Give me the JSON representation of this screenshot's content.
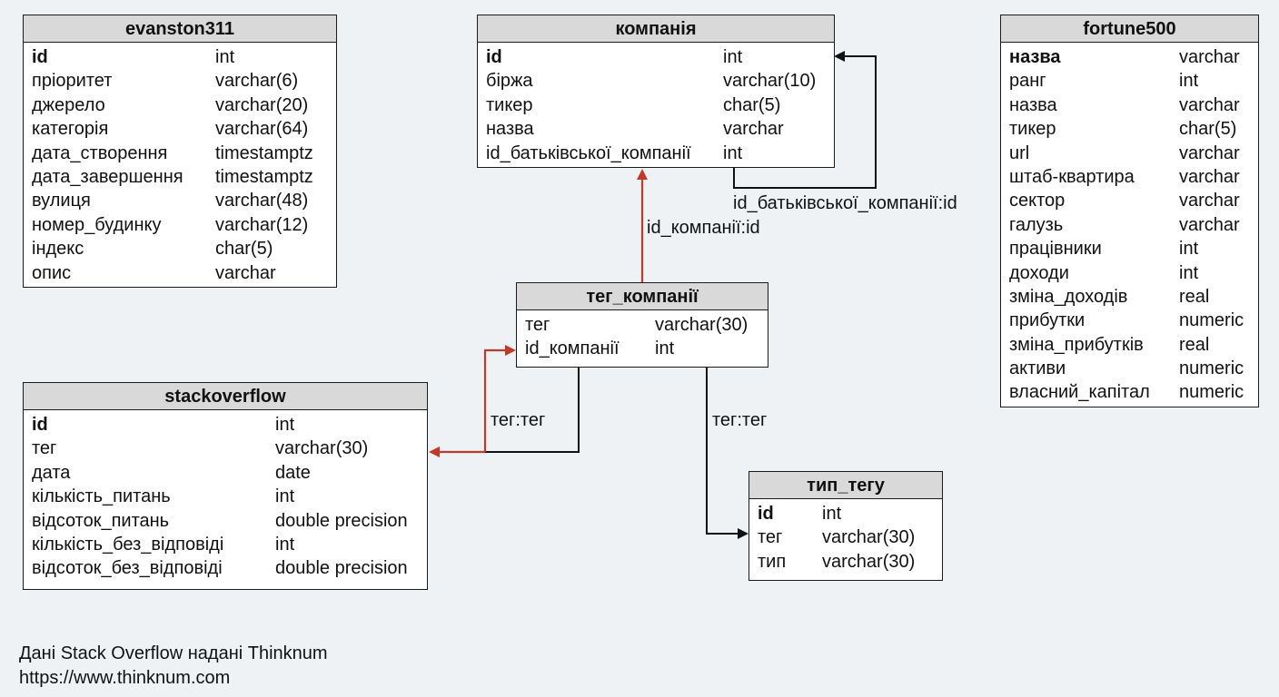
{
  "colors": {
    "background": "#eef2f5",
    "header_fill": "#d9d9d9",
    "border": "#1b1b1b",
    "highlight_edge": "#c0392b",
    "default_edge": "#111111"
  },
  "tables": {
    "evanston311": {
      "title": "evanston311",
      "rows": [
        {
          "name": "id",
          "type": "int",
          "pk": true
        },
        {
          "name": "пріоритет",
          "type": "varchar(6)"
        },
        {
          "name": "джерело",
          "type": "varchar(20)"
        },
        {
          "name": "категорія",
          "type": "varchar(64)"
        },
        {
          "name": "дата_створення",
          "type": "timestamptz"
        },
        {
          "name": "дата_завершення",
          "type": "timestamptz"
        },
        {
          "name": "вулиця",
          "type": "varchar(48)"
        },
        {
          "name": "номер_будинку",
          "type": "varchar(12)"
        },
        {
          "name": "індекс",
          "type": "char(5)"
        },
        {
          "name": "опис",
          "type": "varchar"
        }
      ]
    },
    "kompaniya": {
      "title": "компанія",
      "rows": [
        {
          "name": "id",
          "type": "int",
          "pk": true
        },
        {
          "name": "біржа",
          "type": "varchar(10)"
        },
        {
          "name": "тикер",
          "type": "char(5)"
        },
        {
          "name": "назва",
          "type": "varchar"
        },
        {
          "name": "id_батьківської_компанії",
          "type": "int"
        }
      ]
    },
    "fortune500": {
      "title": "fortune500",
      "rows": [
        {
          "name": "назва",
          "type": "varchar",
          "pk": true
        },
        {
          "name": "ранг",
          "type": "int"
        },
        {
          "name": "назва",
          "type": "varchar"
        },
        {
          "name": "тикер",
          "type": "char(5)"
        },
        {
          "name": "url",
          "type": "varchar"
        },
        {
          "name": "штаб-квартира",
          "type": "varchar"
        },
        {
          "name": "сектор",
          "type": "varchar"
        },
        {
          "name": "галузь",
          "type": "varchar"
        },
        {
          "name": "працівники",
          "type": "int"
        },
        {
          "name": "доходи",
          "type": "int"
        },
        {
          "name": "зміна_доходів",
          "type": "real"
        },
        {
          "name": "прибутки",
          "type": "numeric"
        },
        {
          "name": "зміна_прибутків",
          "type": "real"
        },
        {
          "name": "активи",
          "type": "numeric"
        },
        {
          "name": "власний_капітал",
          "type": "numeric"
        }
      ]
    },
    "teg_kompanii": {
      "title": "тег_компанії",
      "rows": [
        {
          "name": "тег",
          "type": "varchar(30)"
        },
        {
          "name": "id_компанії",
          "type": "int"
        }
      ]
    },
    "stackoverflow": {
      "title": "stackoverflow",
      "rows": [
        {
          "name": "id",
          "type": "int",
          "pk": true
        },
        {
          "name": "тег",
          "type": "varchar(30)"
        },
        {
          "name": "дата",
          "type": "date"
        },
        {
          "name": "кількість_питань",
          "type": "int"
        },
        {
          "name": "відсоток_питань",
          "type": "double precision"
        },
        {
          "name": "кількість_без_відповіді",
          "type": "int"
        },
        {
          "name": "відсоток_без_відповіді",
          "type": "double precision"
        }
      ]
    },
    "typ_tegu": {
      "title": "тип_тегу",
      "rows": [
        {
          "name": "id",
          "type": "int",
          "pk": true
        },
        {
          "name": "тег",
          "type": "varchar(30)"
        },
        {
          "name": "тип",
          "type": "varchar(30)"
        }
      ]
    }
  },
  "relations": {
    "company_parent": "id_батьківської_компанії:id",
    "tag_company": "id_компанії:id",
    "tag_stackoverflow": "тег:тег",
    "tag_type": "тег:тег"
  },
  "footer": {
    "line1": "Дані Stack Overflow надані Thinknum",
    "line2": "https://www.thinknum.com"
  }
}
